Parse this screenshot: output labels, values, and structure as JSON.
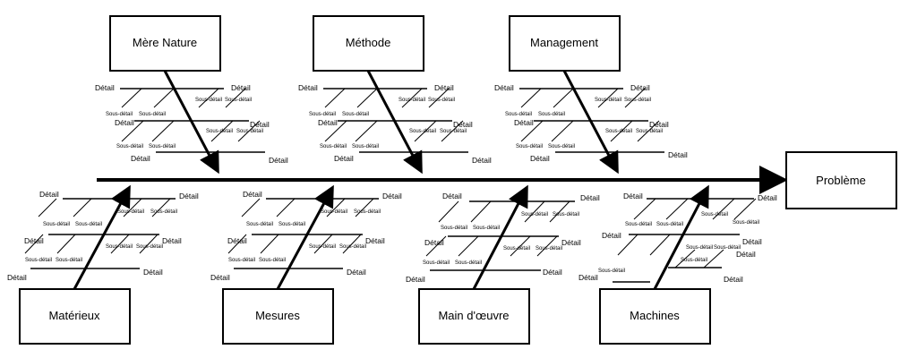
{
  "head": {
    "label": "Problème"
  },
  "categories": [
    {
      "id": "mere-nature",
      "label": "Mère Nature"
    },
    {
      "id": "methode",
      "label": "Méthode"
    },
    {
      "id": "management",
      "label": "Management"
    },
    {
      "id": "materieux",
      "label": "Matérieux"
    },
    {
      "id": "mesures",
      "label": "Mesures"
    },
    {
      "id": "main-oeuvre",
      "label": "Main d'œuvre"
    },
    {
      "id": "machines",
      "label": "Machines"
    }
  ],
  "labels": {
    "detail": "Détail",
    "sous_detail": "Sous-détail"
  }
}
